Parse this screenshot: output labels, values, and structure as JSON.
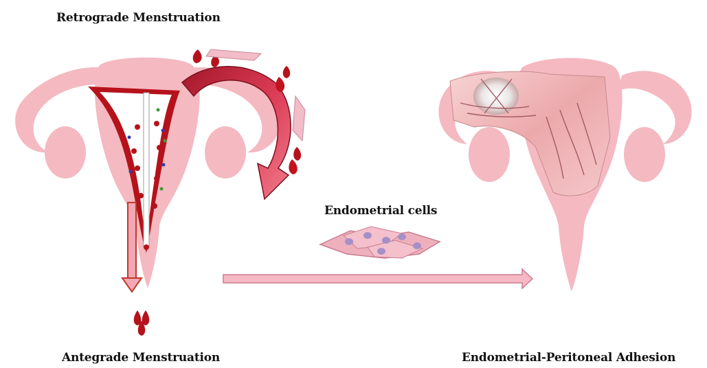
{
  "labels": {
    "retrograde": "Retrograde Menstruation",
    "antegrade": "Antegrade Menstruation",
    "endometrial_cells": "Endometrial cells",
    "adhesion": "Endometrial-Peritoneal Adhesion"
  },
  "colors": {
    "uterus_pink": "#f4b9c1",
    "blood_red": "#b5121b",
    "arrow_red": "#d94b5e",
    "arrow_pink": "#f6b8c4",
    "cell_pink": "#efb0bd",
    "nucleus": "#a58fc8"
  }
}
